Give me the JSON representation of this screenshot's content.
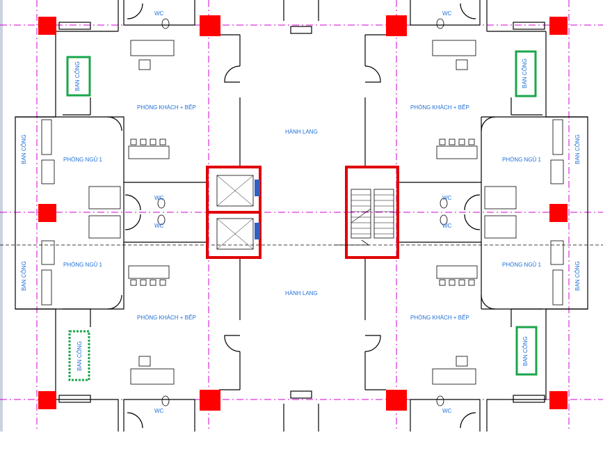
{
  "labels": {
    "wc": "WC",
    "ban_cong": "BAN CÔNG",
    "phong_khach_bep": "PHÒNG KHÁCH + BẾP",
    "phong_ngu_1": "PHÒNG NGỦ 1",
    "hanh_lang": "HÀNH LANG"
  },
  "colors": {
    "wall": "#000000",
    "column": "#ff0000",
    "core": "#e00000",
    "grid": "#d000d0",
    "label": "#1f6fd6",
    "highlight": "#1aa64a"
  }
}
